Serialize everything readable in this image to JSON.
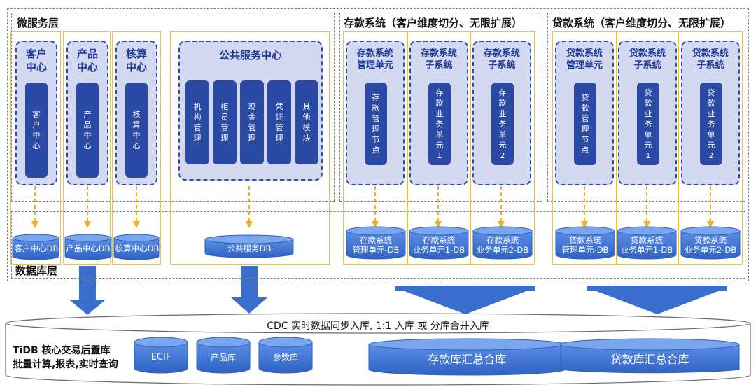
{
  "microservice_layer": {
    "label": "微服务层",
    "services": [
      {
        "title": "客户\n中心",
        "module": "客\n户\n中\n心"
      },
      {
        "title": "产品\n中心",
        "module": "产\n品\n中\n心"
      },
      {
        "title": "核算\n中心",
        "module": "核\n算\n中\n心"
      }
    ],
    "public_center": {
      "title": "公共服务中心",
      "modules": [
        "机\n构\n管\n理",
        "柜\n员\n管\n理",
        "现\n金\n管\n理",
        "凭\n证\n管\n理",
        "其\n他\n模\n块"
      ]
    }
  },
  "deposit_system": {
    "title": "存款系统（客户维度切分、无限扩展）",
    "units": [
      {
        "title": "存款系统\n管理单元",
        "module": "存\n款\n管\n理\n节\n点"
      },
      {
        "title": "存款系统\n子系统",
        "module": "存\n款\n业\n务\n单\n元\n1"
      },
      {
        "title": "存款系统\n子系统",
        "module": "存\n款\n业\n务\n单\n元\n2"
      }
    ]
  },
  "loan_system": {
    "title": "贷款系统（客户维度切分、无限扩展）",
    "units": [
      {
        "title": "贷款系统\n管理单元",
        "module": "贷\n款\n管\n理\n节\n点"
      },
      {
        "title": "贷款系统\n子系统",
        "module": "贷\n款\n业\n务\n单\n元\n1"
      },
      {
        "title": "贷款系统\n子系统",
        "module": "贷\n款\n业\n务\n单\n元\n2"
      }
    ]
  },
  "database_layer": {
    "label": "数据库层",
    "dbs": [
      "客户中心DB",
      "产品中心DB",
      "核算中心DB",
      "公共服务DB",
      "存款系统\n管理单元-DB",
      "存款系统\n业务单元1-DB",
      "存款系统\n业务单元2-DB",
      "贷款系统\n管理单元-DB",
      "贷款系统\n业务单元1-DB",
      "贷款系统\n业务单元2-DB"
    ]
  },
  "tidb": {
    "sync_text": "CDC 实时数据同步入库, 1:1 入库 或 分库合并入库",
    "label_line1": "TiDB 核心交易后置库",
    "label_line2": "批量计算,报表,实时查询",
    "small_dbs": [
      "ECIF",
      "产品库",
      "参数库"
    ],
    "summary_dbs": [
      "存款库汇总合库",
      "贷款库汇总合库"
    ]
  },
  "colors": {
    "service_fill": "#d3d9f0",
    "service_border": "#2d4ea6",
    "module": "#2a4aa5",
    "gold": "#f0c040",
    "arrow": "#3a6fd0",
    "db": "#3a6fd0"
  }
}
